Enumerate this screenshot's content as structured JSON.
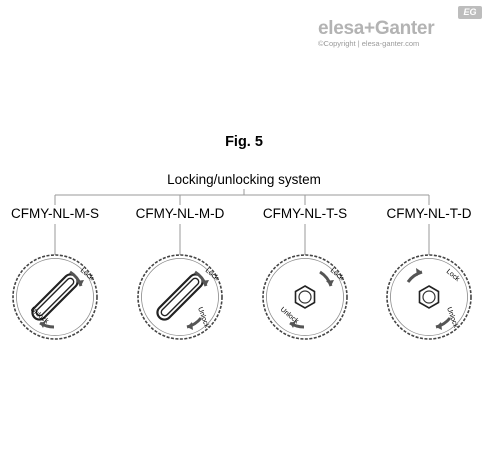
{
  "brand": {
    "name": "elesa+Ganter",
    "badge": "EG",
    "copyright": "©Copyright | elesa-ganter.com"
  },
  "figure": {
    "title": "Fig. 5",
    "system_label": "Locking/unlocking system"
  },
  "variants": [
    {
      "code": "CFMY-NL-M-S",
      "lock_label": "Lock",
      "unlock_label": "Unlock"
    },
    {
      "code": "CFMY-NL-M-D",
      "lock_label": "Lock",
      "unlock_label": "Unlock"
    },
    {
      "code": "CFMY-NL-T-S",
      "lock_label": "Lock",
      "unlock_label": "Unlock"
    },
    {
      "code": "CFMY-NL-T-D",
      "lock_label": "Lock",
      "unlock_label": "Unlock"
    }
  ]
}
